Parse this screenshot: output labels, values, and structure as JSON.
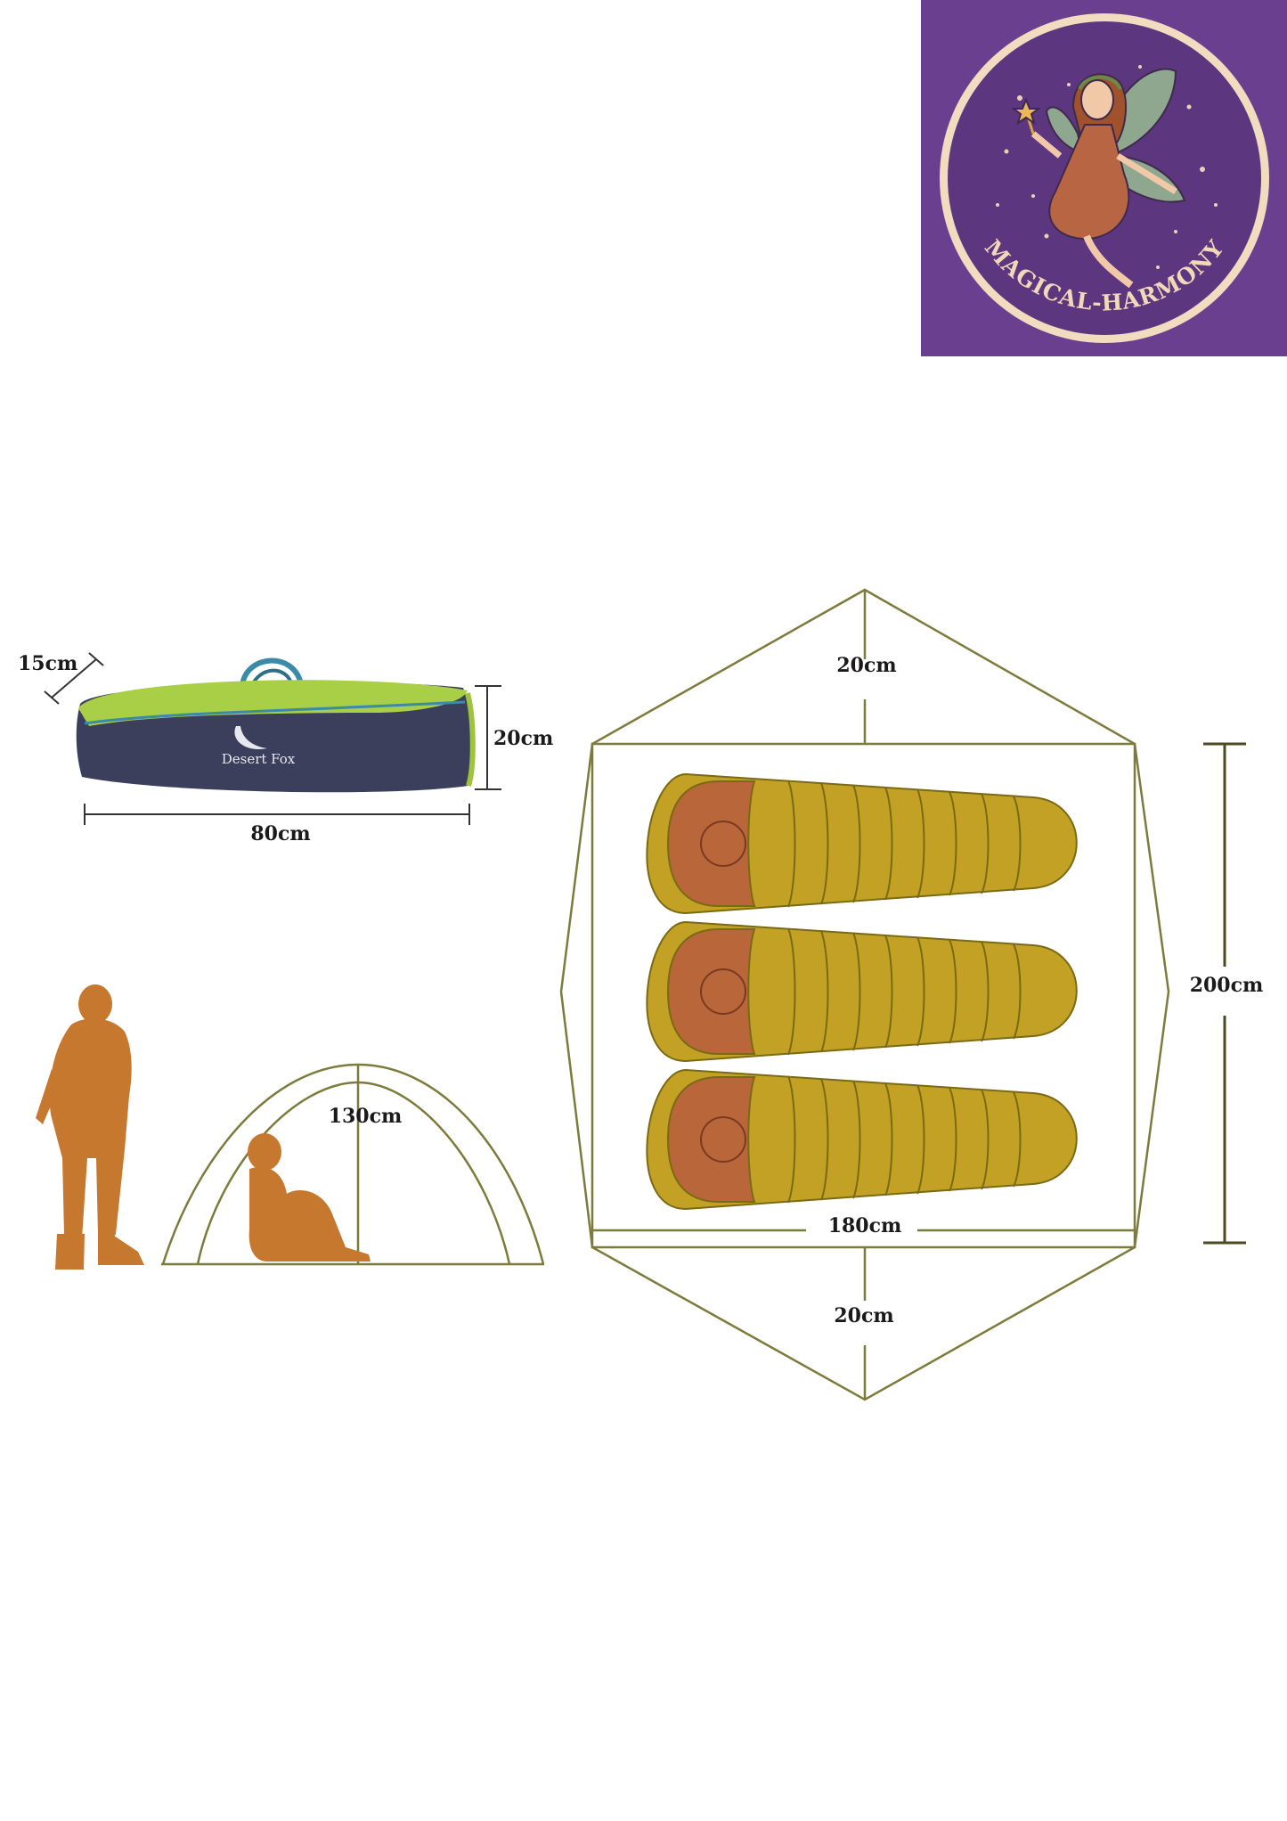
{
  "logo": {
    "text": "MAGICAL-HARMONY",
    "colors": {
      "background": "#6b3f8f",
      "ring": "#f1dcc0",
      "inner": "#5d3680"
    }
  },
  "carry_bag": {
    "brand": "Desert Fox",
    "width_label": "80cm",
    "height_label": "20cm",
    "depth_label": "15cm",
    "colors": {
      "body": "#3b3f5c",
      "top": "#a8cf45",
      "trim": "#3a8aa8"
    }
  },
  "side_view": {
    "height_label": "130cm",
    "colors": {
      "silhouette": "#c5782e",
      "frame": "#7d7b3c"
    }
  },
  "floor_plan": {
    "top_vestibule_label": "20cm",
    "bottom_vestibule_label": "20cm",
    "width_label": "180cm",
    "length_label": "200cm",
    "sleeping_bag_count": 3,
    "colors": {
      "outline": "#7d7b3c",
      "bag": "#c2a124",
      "hood": "#b8663a",
      "bag_stroke": "#7a6a14"
    }
  }
}
